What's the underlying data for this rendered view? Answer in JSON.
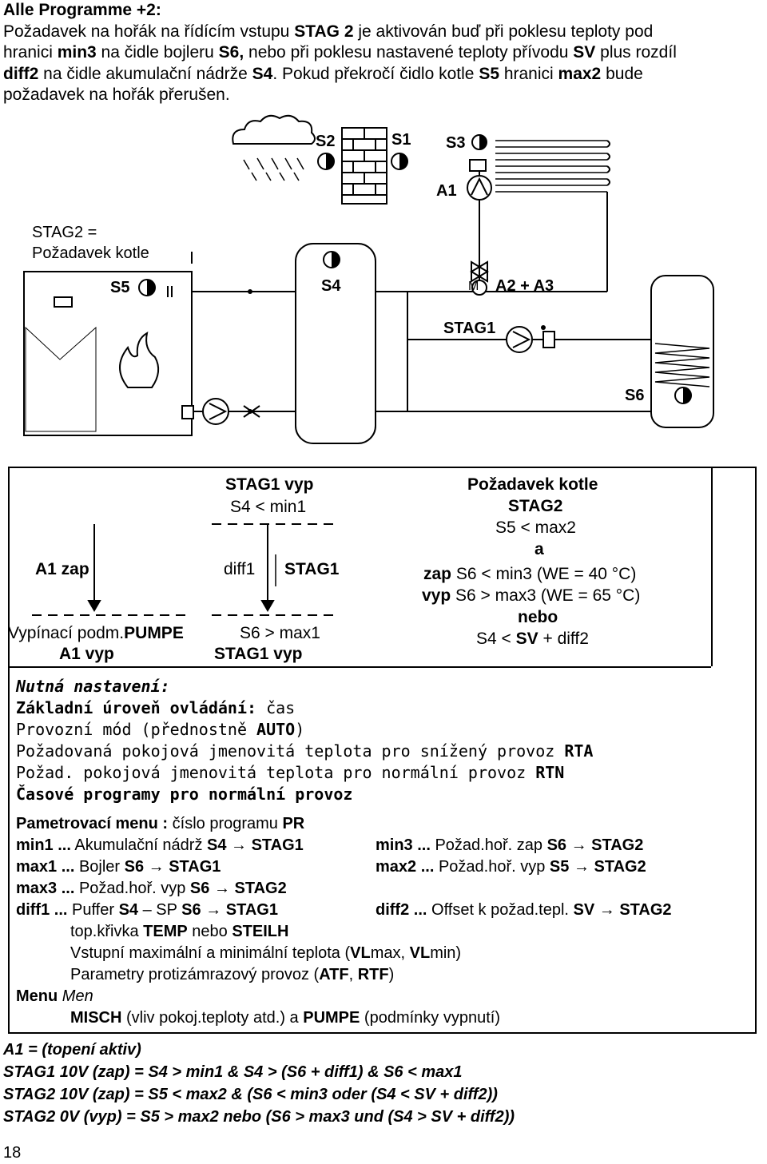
{
  "intro": {
    "heading": "Alle Programme +2:",
    "l1a": "Požadavek na hořák na řídícím vstupu ",
    "l1b": "STAG 2",
    "l1c": " je aktivován buď při poklesu teploty pod",
    "l2a": "hranici ",
    "l2b": "min3",
    "l2c": " na čidle bojleru ",
    "l2d": "S6,",
    "l2e": " nebo při poklesu nastavené teploty přívodu ",
    "l2f": "SV",
    "l2g": " plus rozdíl",
    "l3a": "diff2",
    "l3b": " na čidle akumulační nádrže ",
    "l3c": "S4",
    "l3d": ". Pokud překročí čidlo kotle ",
    "l3e": "S5",
    "l3f": " hranici ",
    "l3g": "max2",
    "l3h": " bude",
    "l4": "požadavek na hořák přerušen."
  },
  "diagram": {
    "s2": "S2",
    "s1": "S1",
    "s3": "S3",
    "a1": "A1",
    "stag2_line1": "STAG2 =",
    "stag2_line2": "Požadavek kotle",
    "s5": "S5",
    "s4": "S4",
    "m": "M",
    "a2a3": "A2 + A3",
    "stag1": "STAG1",
    "s6": "S6"
  },
  "logic": {
    "stag1_vyp": "STAG1 vyp",
    "s4_min1": "S4 < min1",
    "a1_zap": "A1 zap",
    "diff1": "diff1",
    "stag1": "STAG1",
    "vypinaci_a": "Vypínací podm.",
    "vypinaci_b": "PUMPE",
    "s6_max1": "S6 > max1",
    "a1_vyp": "A1 vyp",
    "stag1_vyp2": "STAG1 vyp",
    "pozadavek_kotle": "Požadavek kotle",
    "stag2": "STAG2",
    "s5_max2": "S5 < max2",
    "a": "a",
    "zap_a": "zap",
    "zap_b": " S6 < min3 (WE = 40 °C)",
    "vyp_a": "vyp",
    "vyp_b": " S6 > max3 (WE = 65 °C)",
    "nebo": "nebo",
    "s4_sv_a": "S4 < ",
    "s4_sv_b": "SV",
    "s4_sv_c": " + diff2"
  },
  "setup": {
    "nutna": "Nutná nastavení:",
    "zakladni_a": "Základní úroveň ovládání:",
    "zakladni_b": " čas",
    "provozni_a": "Provozní mód (přednostně ",
    "provozni_b": "AUTO",
    "provozni_c": ")",
    "rta_a": "Požadovaná pokojová jmenovitá teplota pro snížený provoz ",
    "rta_b": "RTA",
    "rtn_a": "Požad. pokojová jmenovitá teplota pro normální provoz  ",
    "rtn_b": "RTN",
    "casove": "Časové programy pro normální provoz"
  },
  "params": {
    "menu_a": "Pametrovací menu :",
    "menu_b": " číslo programu ",
    "menu_c": "PR",
    "min1_a": "min1 ...",
    "min1_b": " Akumulační nádrž ",
    "min1_c": "S4 → STAG1",
    "max1_a": "max1 ...",
    "max1_b": " Bojler ",
    "max1_c": "S6  → STAG1",
    "max3_a": "max3 ...",
    "max3_b": " Požad.hoř. vyp ",
    "max3_c": "S6 → STAG2",
    "diff1_a": "diff1 ...",
    "diff1_b": "  Puffer ",
    "diff1_c": "S4",
    "diff1_d": " – SP ",
    "diff1_e": "S6 → STAG1",
    "min3_a": "min3 ...",
    "min3_b": " Požad.hoř. zap ",
    "min3_c": "S6 → STAG2",
    "max2_a": "max2 ...",
    "max2_b": " Požad.hoř. vyp ",
    "max2_c": "S5 → STAG2",
    "diff2_a": "diff2 ...",
    "diff2_b": "  Offset k požad.tepl. ",
    "diff2_c": "SV → STAG2",
    "top_a": "top.",
    "top_b": "křivka ",
    "top_c": "TEMP",
    "top_d": " nebo ",
    "top_e": "STEILH",
    "vstupni_a": "Vstupní maximální a minimální teplota (",
    "vstupni_b": "VL",
    "vstupni_c": "max, ",
    "vstupni_d": "VL",
    "vstupni_e": "min)",
    "param_a": "Parametry protizámrazový provoz (",
    "param_b": "ATF",
    "param_c": ", ",
    "param_d": "RTF",
    "param_e": ")",
    "menu_men_a": "Menu ",
    "menu_men_b": "Men",
    "misch_a": "MISCH",
    "misch_b": " (vliv pokoj.teploty atd.) a ",
    "misch_c": "PUMPE",
    "misch_d": " (podmínky vypnutí)"
  },
  "formulas": {
    "f1": "A1 = (topení aktiv)",
    "f2": "STAG1 10V (zap) = S4 > min1 & S4 > (S6 + diff1) & S6 < max1",
    "f3": "STAG2 10V (zap) = S5 < max2 & (S6 < min3 oder (S4 < SV + diff2))",
    "f4": "STAG2 0V (vyp) = S5 > max2 nebo (S6 > max3 und (S4 > SV + diff2))"
  },
  "page": {
    "number": "18"
  }
}
